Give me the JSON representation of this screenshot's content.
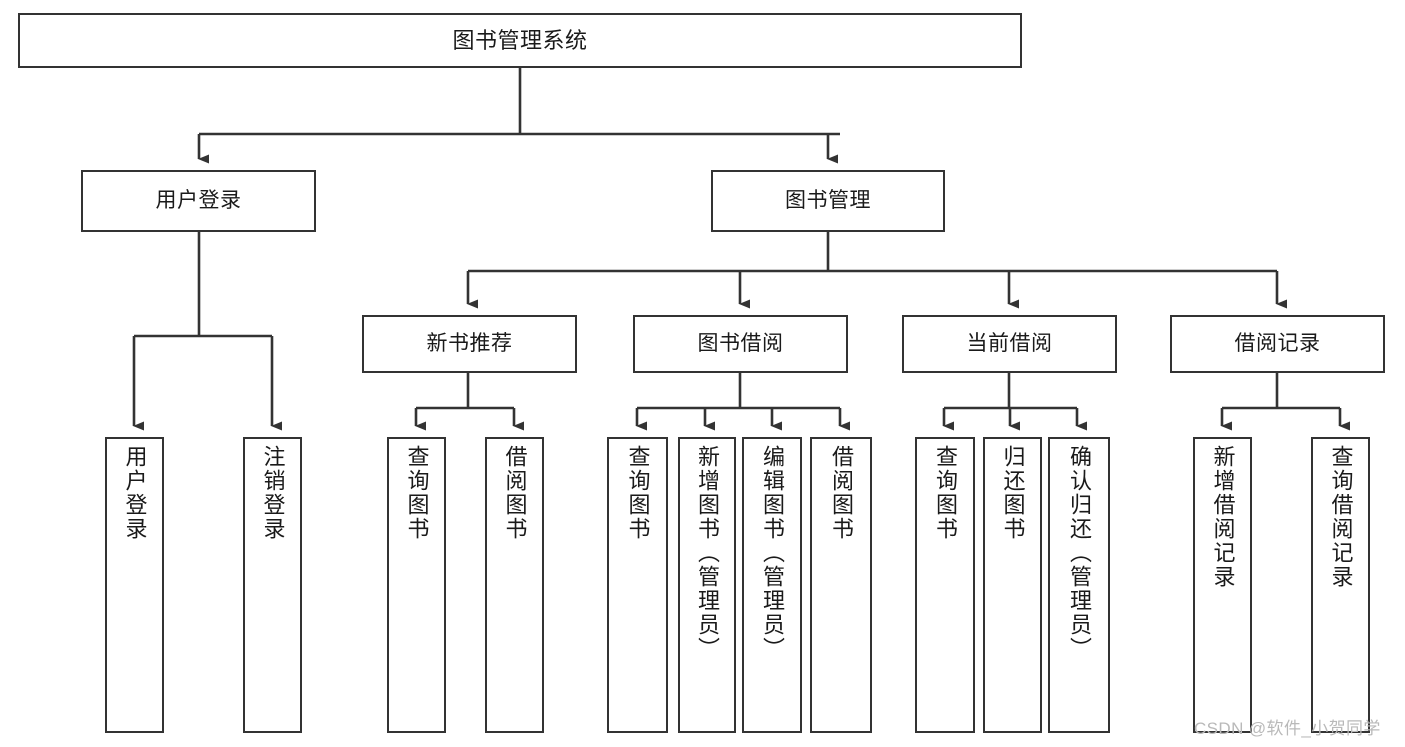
{
  "diagram": {
    "title": "图书管理系统",
    "type": "tree-hierarchy",
    "watermark": "CSDN @软件_小贺同学",
    "colors": {
      "stroke": "#333333",
      "fill": "#ffffff",
      "text": "#1a1a1a",
      "watermark": "#b9b9b9"
    },
    "nodes": {
      "root": {
        "label": "图书管理系统"
      },
      "level2": [
        {
          "id": "user-login",
          "label": "用户登录"
        },
        {
          "id": "book-manage",
          "label": "图书管理"
        }
      ],
      "level3": [
        {
          "id": "new-book-recommend",
          "label": "新书推荐"
        },
        {
          "id": "book-borrow",
          "label": "图书借阅"
        },
        {
          "id": "current-borrow",
          "label": "当前借阅"
        },
        {
          "id": "borrow-record",
          "label": "借阅记录"
        }
      ],
      "leaves": {
        "user-login": [
          {
            "id": "leaf-user-login",
            "label": "用户登录"
          },
          {
            "id": "leaf-logout-login",
            "label": "注销登录"
          }
        ],
        "new-book-recommend": [
          {
            "id": "leaf-query-book-1",
            "label": "查询图书"
          },
          {
            "id": "leaf-borrow-book-1",
            "label": "借阅图书"
          }
        ],
        "book-borrow": [
          {
            "id": "leaf-query-book-2",
            "label": "查询图书"
          },
          {
            "id": "leaf-add-book",
            "label": "新增图书（管理员）"
          },
          {
            "id": "leaf-edit-book",
            "label": "编辑图书（管理员）"
          },
          {
            "id": "leaf-borrow-book-2",
            "label": "借阅图书"
          }
        ],
        "current-borrow": [
          {
            "id": "leaf-query-book-3",
            "label": "查询图书"
          },
          {
            "id": "leaf-return-book",
            "label": "归还图书"
          },
          {
            "id": "leaf-confirm-return",
            "label": "确认归还（管理员）"
          }
        ],
        "borrow-record": [
          {
            "id": "leaf-add-record",
            "label": "新增借阅记录"
          },
          {
            "id": "leaf-query-record",
            "label": "查询借阅记录"
          }
        ]
      }
    }
  }
}
